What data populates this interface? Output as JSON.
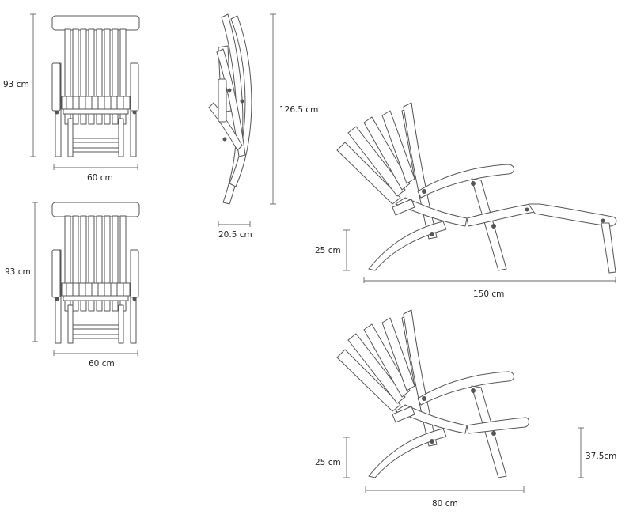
{
  "dimensions": {
    "front_upright_height": "93 cm",
    "front_upright_width": "60 cm",
    "front_reclined_height": "93 cm",
    "front_reclined_width": "60 cm",
    "folded_height": "126.5 cm",
    "folded_depth": "20.5 cm",
    "lounger_seat_height": "25 cm",
    "lounger_length": "150 cm",
    "chair_seat_height": "25 cm",
    "chair_armrest_height": "37.5cm",
    "chair_length": "80 cm"
  }
}
